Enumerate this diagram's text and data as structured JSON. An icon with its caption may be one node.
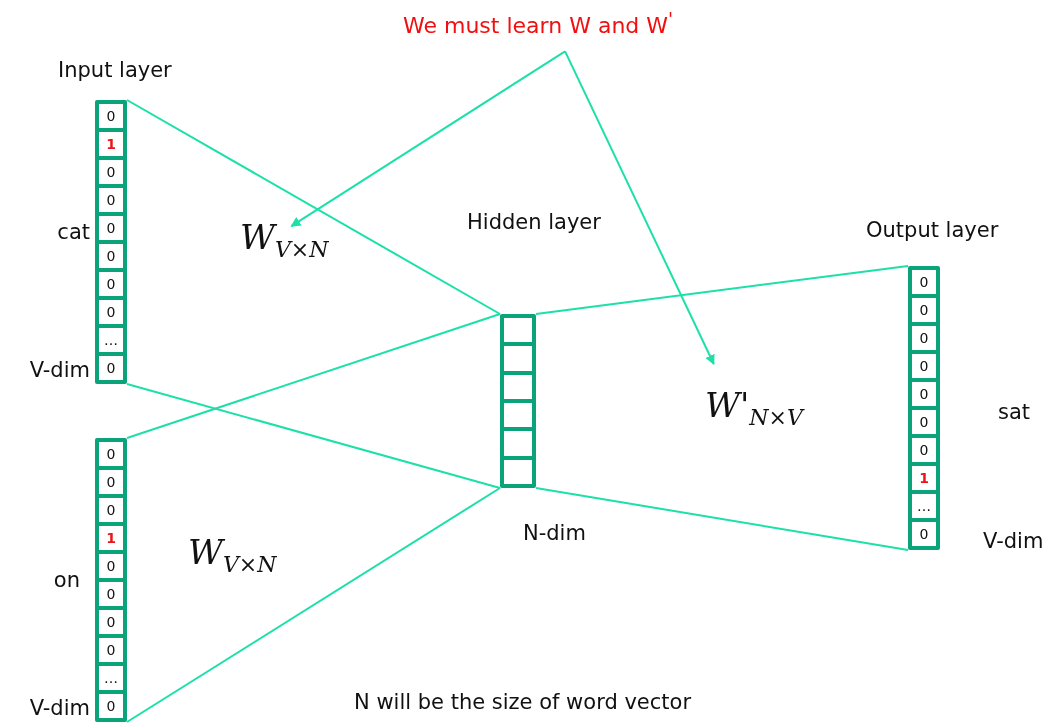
{
  "diagram": {
    "nodes": [
      {
        "text": [
          "We must learn W and W$^{'}$"
        ]
      },
      {
        "text": [],
        "shape": "bar",
        "beside": [
          "Input layer",
          "cat",
          "V-dim"
        ]
      },
      {
        "text": [
          "0"
        ],
        "in": 1
      },
      {
        "text": [
          "1"
        ],
        "in": 1
      },
      {
        "text": [
          "0"
        ],
        "in": 1
      },
      {
        "text": [
          "0"
        ],
        "in": 1
      },
      {
        "text": [
          "0"
        ],
        "in": 1
      },
      {
        "text": [
          "0"
        ],
        "in": 1
      },
      {
        "text": [
          "0"
        ],
        "in": 1
      },
      {
        "text": [
          "0"
        ],
        "in": 1
      },
      {
        "text": [
          "…"
        ],
        "in": 1
      },
      {
        "text": [
          "0"
        ],
        "in": 1
      },
      {
        "text": [
          "W$_{V×N}$"
        ]
      },
      {
        "text": [],
        "shape": "bar",
        "beside": [
          "on",
          "V-dim"
        ]
      },
      {
        "text": [
          "0"
        ],
        "in": 13
      },
      {
        "text": [
          "0"
        ],
        "in": 13
      },
      {
        "text": [
          "0"
        ],
        "in": 13
      },
      {
        "text": [
          "1"
        ],
        "in": 13
      },
      {
        "text": [
          "0"
        ],
        "in": 13
      },
      {
        "text": [
          "0"
        ],
        "in": 13
      },
      {
        "text": [
          "0"
        ],
        "in": 13
      },
      {
        "text": [
          "0"
        ],
        "in": 13
      },
      {
        "text": [
          "…"
        ],
        "in": 13
      },
      {
        "text": [
          "0"
        ],
        "in": 13
      },
      {
        "text": [],
        "shape": "bar",
        "beside": [
          "Hidden layer",
          "N-dim"
        ]
      },
      {
        "text": [],
        "shape": "box",
        "in": 24
      },
      {
        "text": [],
        "shape": "box",
        "in": 24
      },
      {
        "text": [],
        "shape": "box",
        "in": 24
      },
      {
        "text": [],
        "shape": "box",
        "in": 24
      },
      {
        "text": [],
        "shape": "box",
        "in": 24
      },
      {
        "text": [],
        "shape": "box",
        "in": 24
      },
      {
        "text": [
          "W'$_{N×V}$"
        ]
      },
      {
        "text": [],
        "shape": "bar",
        "beside": [
          "Output layer",
          "sat",
          "V-dim"
        ]
      },
      {
        "text": [
          "0"
        ],
        "in": 32
      },
      {
        "text": [
          "0"
        ],
        "in": 32
      },
      {
        "text": [
          "0"
        ],
        "in": 32
      },
      {
        "text": [
          "0"
        ],
        "in": 32
      },
      {
        "text": [
          "0"
        ],
        "in": 32
      },
      {
        "text": [
          "0"
        ],
        "in": 32
      },
      {
        "text": [
          "0"
        ],
        "in": 32
      },
      {
        "text": [
          "1"
        ],
        "in": 32
      },
      {
        "text": [
          "…"
        ],
        "in": 32
      },
      {
        "text": [
          "0"
        ],
        "in": 32
      }
    ],
    "edges": [
      {
        "from": 0,
        "to": 12,
        "arrow": "to"
      },
      {
        "from": 0,
        "to": 31,
        "arrow": "to"
      },
      {
        "from": 1,
        "to": 24,
        "arrow": "none"
      },
      {
        "from": 1,
        "to": 24,
        "arrow": "none"
      },
      {
        "from": 13,
        "to": 24,
        "arrow": "none"
      },
      {
        "from": 13,
        "to": 24,
        "arrow": "none"
      },
      {
        "from": 24,
        "to": 32,
        "arrow": "none"
      },
      {
        "from": 24,
        "to": 32,
        "arrow": "none"
      }
    ],
    "labels": [
      "W$_{V×N}$",
      "N will be the size of word vector"
    ]
  }
}
